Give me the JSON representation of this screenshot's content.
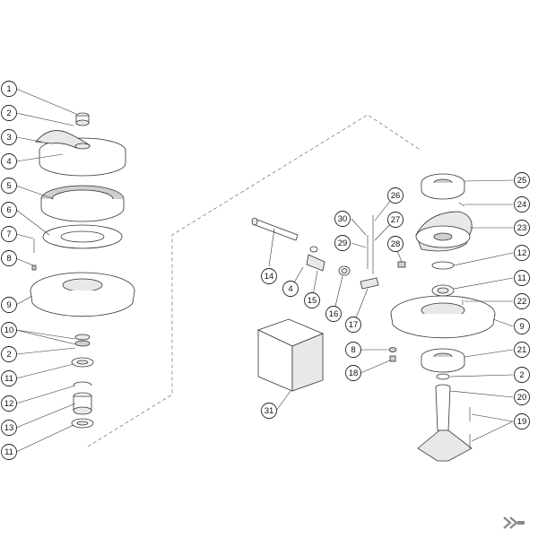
{
  "diagram": {
    "callouts_left": [
      "1",
      "2",
      "3",
      "4",
      "5",
      "6",
      "7",
      "8",
      "9",
      "10",
      "2",
      "11",
      "12",
      "13",
      "11"
    ],
    "callouts_middle": [
      "26",
      "30",
      "27",
      "29",
      "28",
      "14",
      "4",
      "15",
      "16",
      "17",
      "8",
      "18",
      "31"
    ],
    "callouts_right": [
      "25",
      "24",
      "23",
      "12",
      "11",
      "22",
      "9",
      "21",
      "2",
      "20",
      "19"
    ]
  },
  "colors": {
    "line": "#333333",
    "shade": "#d0d0d0"
  }
}
